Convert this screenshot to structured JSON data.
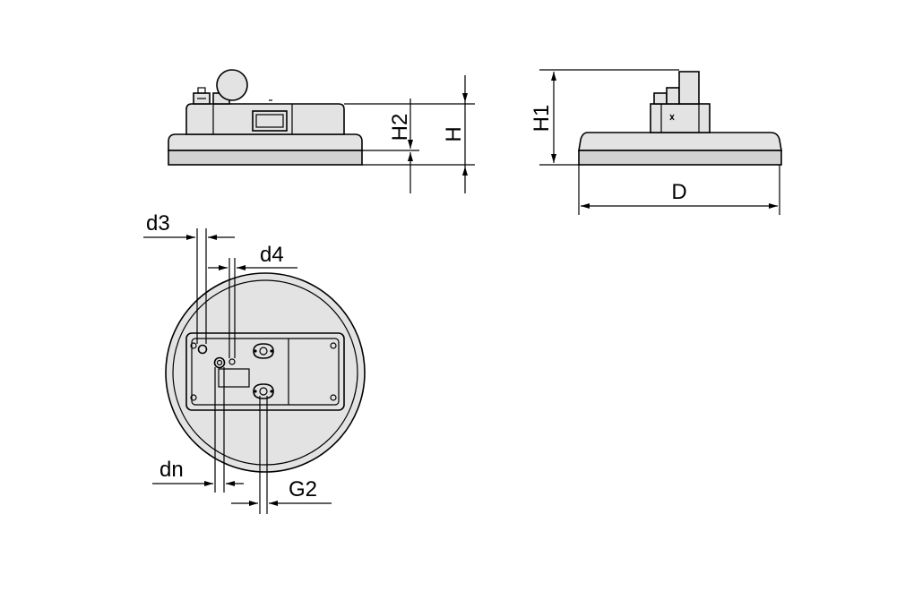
{
  "colors": {
    "body_fill": "#e3e3e3",
    "band_fill": "#d2d2d2",
    "outline": "#000000",
    "background": "#ffffff"
  },
  "labels": {
    "h2": "H2",
    "h": "H",
    "h1": "H1",
    "d": "D",
    "d3": "d3",
    "d4": "d4",
    "dn": "dn",
    "g2": "G2"
  }
}
